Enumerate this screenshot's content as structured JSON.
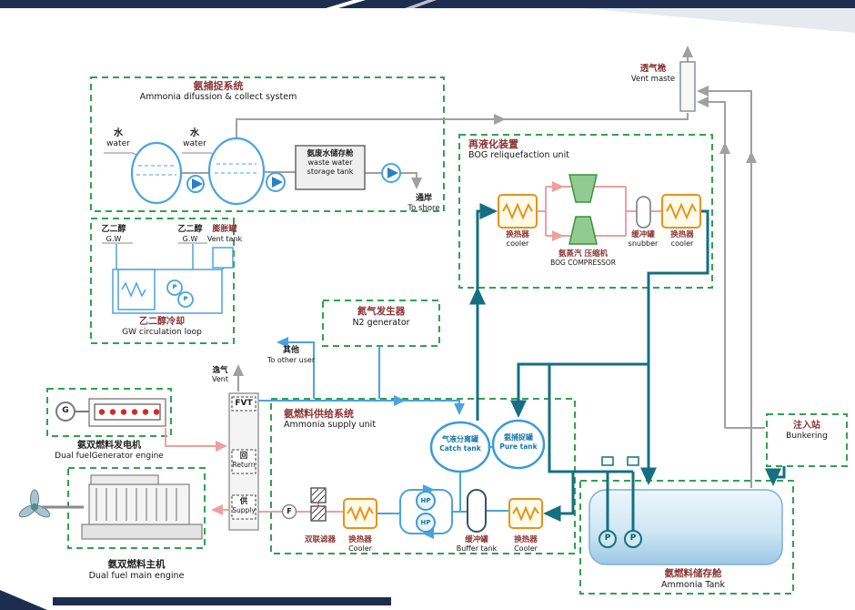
{
  "colors": {
    "box_dash_green": "#2fa24f",
    "pipe_gray": "#a0a0a0",
    "pipe_blue": "#4aa3e0",
    "pipe_teal": "#156f82",
    "pipe_pink": "#ef9f9f",
    "hx_orange": "#e8921c",
    "compressor_green": "#90cc90",
    "title_maroon": "#8a3333",
    "topbar_navy": "#1d2d4f"
  },
  "collect": {
    "title_zh": "氨捕捉系统",
    "title_en": "Ammonia difussion & collect system",
    "water_zh": "水",
    "water_en": "water",
    "wwt_zh": "氨废水储存舱",
    "wwt_en1": "waste water",
    "wwt_en2": "storage tank",
    "shore_zh": "通岸",
    "shore_en": "To shore"
  },
  "gw": {
    "glycol_zh": "乙二醇",
    "glycol_en": "G.W",
    "vent_tank_zh": "膨胀罐",
    "vent_tank_en": "Vent tank",
    "title_zh": "乙二醇冷却",
    "title_en": "GW circulation loop",
    "pump_label": "P"
  },
  "bog": {
    "title_zh": "再液化装置",
    "title_en": "BOG reliquefaction unit",
    "cooler_zh": "换热器",
    "cooler_en": "cooler",
    "compressor_zh": "氨蒸汽 压缩机",
    "compressor_en": "BOG COMPRESSOR",
    "snubber_zh": "缓冲罐",
    "snubber_en": "snubber"
  },
  "mast": {
    "zh": "透气桅",
    "en": "Vent maste"
  },
  "n2": {
    "title_zh": "氮气发生器",
    "title_en": "N2 generator",
    "other_zh": "其他",
    "other_en": "To other user"
  },
  "fvt": {
    "label": "FVT",
    "vent_zh": "逸气",
    "vent_en": "Vent",
    "return_zh": "回",
    "return_en": "Return",
    "supply_zh": "供",
    "supply_en": "Supply"
  },
  "supply": {
    "title_zh": "氨燃料供给系统",
    "title_en": "Ammonia supply unit",
    "catch_zh": "气液分离罐",
    "catch_en": "Catch tank",
    "pure_zh": "氨捕捉罐",
    "pure_en": "Pure tank",
    "f_label": "F",
    "filter_zh": "双联滤器",
    "cooler_zh": "换热器",
    "cooler_en": "Cooler",
    "hp_label": "HP",
    "buffer_zh": "缓冲罐",
    "buffer_en": "Buffer tank"
  },
  "generator": {
    "g_label": "G",
    "zh": "氨双燃料发电机",
    "en": "Dual fuelGenerator engine"
  },
  "engine": {
    "zh": "氨双燃料主机",
    "en": "Dual fuel main engine"
  },
  "tank": {
    "pump_label": "P",
    "zh": "氨燃料储存舱",
    "en": "Ammonia Tank"
  },
  "bunkering": {
    "zh": "注入站",
    "en": "Bunkering"
  }
}
